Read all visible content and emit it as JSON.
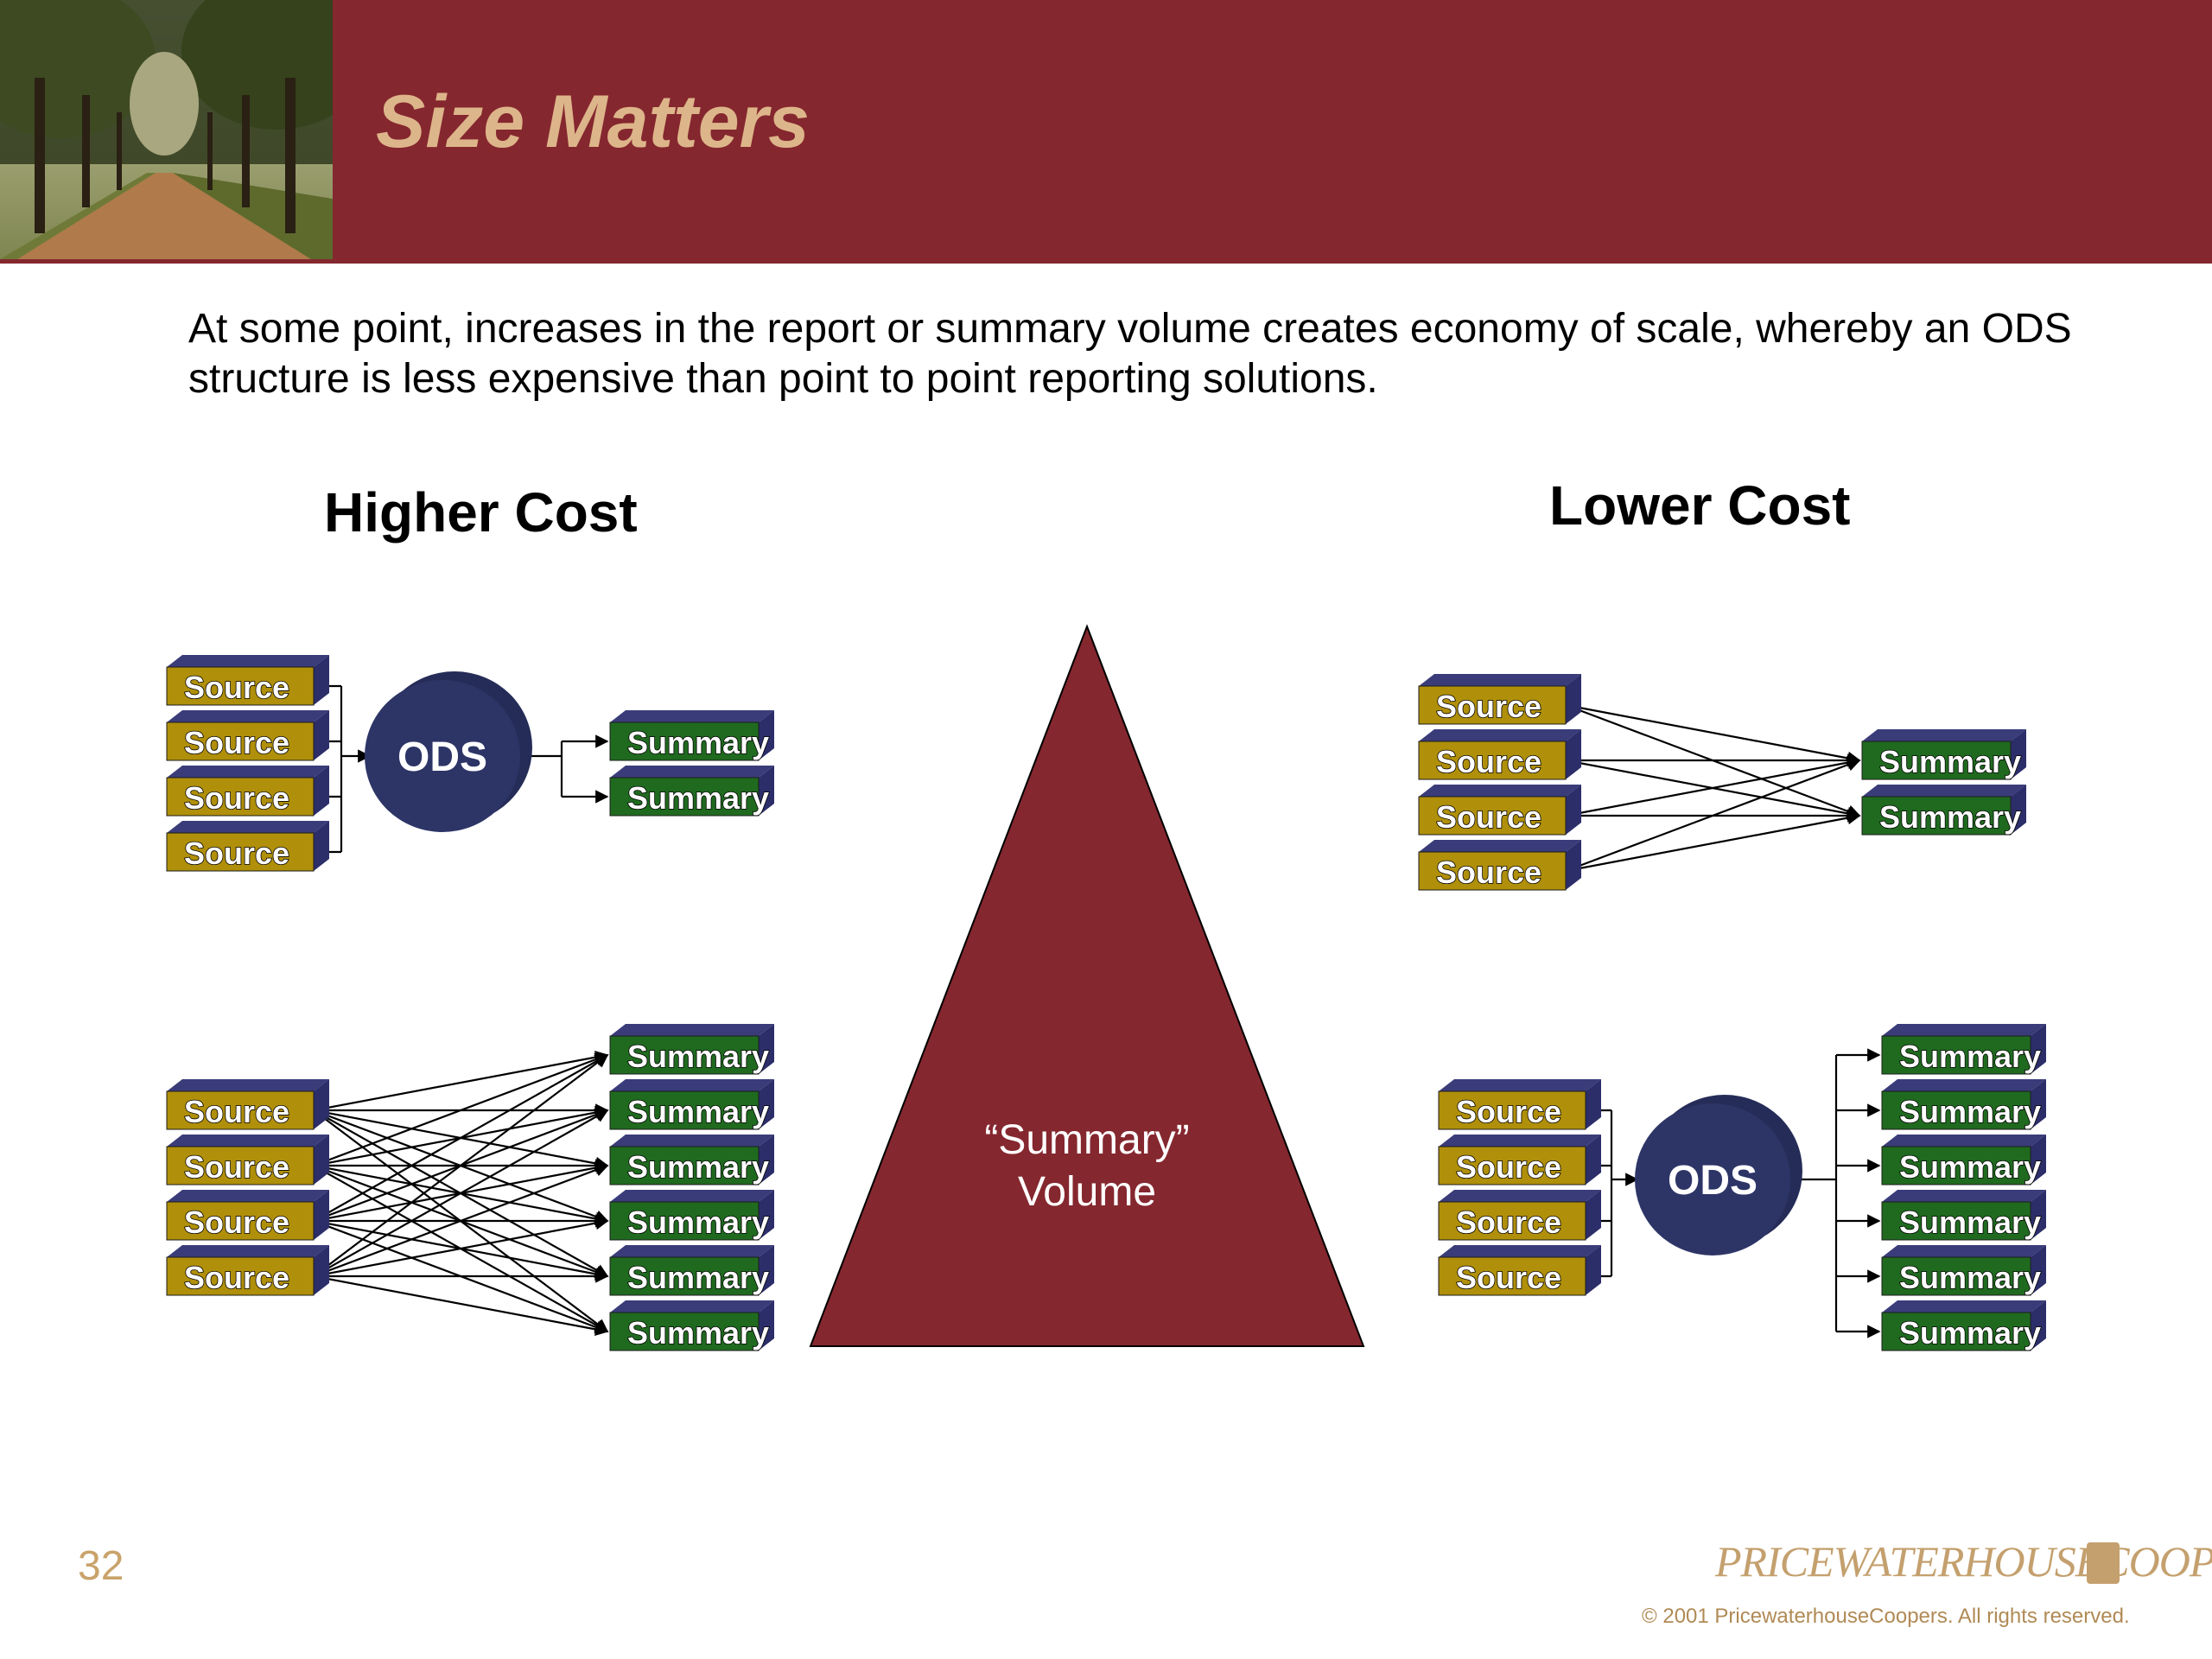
{
  "slide": {
    "title": "Size Matters",
    "intro": "At some point, increases in the report or summary volume creates economy of scale, whereby an ODS structure is less expensive than point to point reporting solutions.",
    "page_number": "32"
  },
  "diagram": {
    "heading_left": "Higher Cost",
    "heading_right": "Lower Cost",
    "source_label": "Source",
    "summary_label": "Summary",
    "ods_label": "ODS",
    "triangle_label_line1": "“Summary”",
    "triangle_label_line2": "Volume",
    "panels": [
      {
        "id": "top-left",
        "layout": "ods",
        "sources": 4,
        "summaries": 2
      },
      {
        "id": "bottom-left",
        "layout": "point-to-point",
        "sources": 4,
        "summaries": 6
      },
      {
        "id": "top-right",
        "layout": "point-to-point",
        "sources": 4,
        "summaries": 2
      },
      {
        "id": "bottom-right",
        "layout": "ods",
        "sources": 4,
        "summaries": 6
      }
    ]
  },
  "footer": {
    "brand": "PRICEWATERHOUSECOOPERS",
    "copyright": "© 2001 PricewaterhouseCoopers.  All rights reserved."
  },
  "colors": {
    "header_bg": "#85272f",
    "title": "#ddb58a",
    "source_box": "#b08f0a",
    "summary_box": "#1f6a1f",
    "box_side": "#2c2e6a",
    "ods": "#2d3567",
    "triangle": "#85272f"
  }
}
